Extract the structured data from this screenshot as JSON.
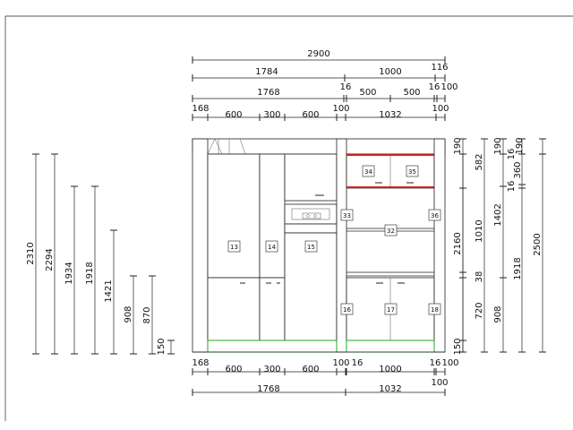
{
  "top_dimensions": {
    "row1": [
      "2900"
    ],
    "row2": [
      "1784",
      "1000",
      "116"
    ],
    "row3": [
      "1768",
      "16",
      "500",
      "500",
      "16",
      "100"
    ],
    "row4": [
      "168",
      "600",
      "300",
      "600",
      "100",
      "1032",
      "100"
    ]
  },
  "bottom_dimensions": {
    "row1": [
      "168",
      "600",
      "300",
      "600",
      "100",
      "16",
      "1000",
      "16",
      "100"
    ],
    "row2": [
      "1768",
      "1032"
    ],
    "row3": [
      "100"
    ]
  },
  "left_dimensions": [
    "2310",
    "2294",
    "1934",
    "1918",
    "1421",
    "908",
    "870",
    "150"
  ],
  "right_dimensions": {
    "col1": [
      "190",
      "582",
      "1010",
      "38",
      "720",
      "150"
    ],
    "col2": [
      "2160"
    ],
    "col3": [
      "190",
      "16",
      "1402",
      "908"
    ],
    "col4": [
      "16",
      "360",
      "16",
      "1918"
    ],
    "col5": [
      "190",
      "2500"
    ]
  },
  "tags": [
    "13",
    "14",
    "15",
    "32",
    "33",
    "34",
    "35",
    "36",
    "16",
    "17",
    "18"
  ],
  "colors": {
    "plinth": "#22aa22",
    "shelf_highlight": "#d42020"
  }
}
